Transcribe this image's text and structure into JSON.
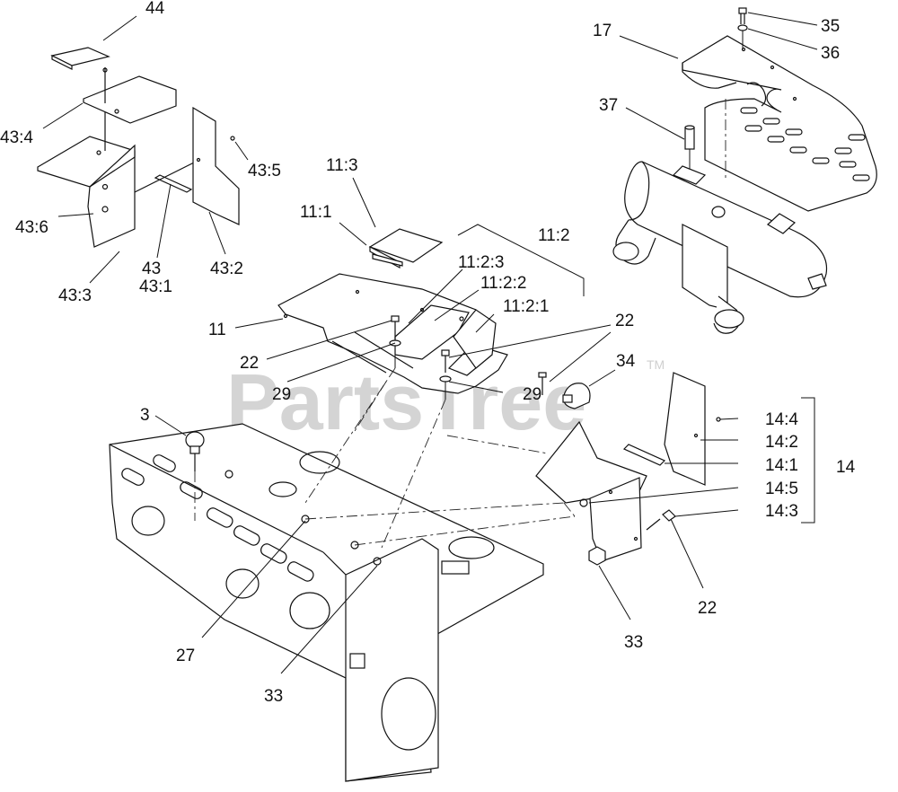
{
  "diagram": {
    "watermark": "PartsTree",
    "trademark": "TM",
    "callouts": [
      {
        "id": "c44",
        "text": "44"
      },
      {
        "id": "c43_4",
        "text": "43:4"
      },
      {
        "id": "c43_5",
        "text": "43:5"
      },
      {
        "id": "c43_6",
        "text": "43:6"
      },
      {
        "id": "c43",
        "text": "43"
      },
      {
        "id": "c43_1",
        "text": "43:1"
      },
      {
        "id": "c43_2",
        "text": "43:2"
      },
      {
        "id": "c43_3",
        "text": "43:3"
      },
      {
        "id": "c11_3",
        "text": "11:3"
      },
      {
        "id": "c11_1",
        "text": "11:1"
      },
      {
        "id": "c11_2",
        "text": "11:2"
      },
      {
        "id": "c11_2_3",
        "text": "11:2:3"
      },
      {
        "id": "c11_2_2",
        "text": "11:2:2"
      },
      {
        "id": "c11_2_1",
        "text": "11:2:1"
      },
      {
        "id": "c11",
        "text": "11"
      },
      {
        "id": "c22a",
        "text": "22"
      },
      {
        "id": "c22b",
        "text": "22"
      },
      {
        "id": "c22c",
        "text": "22"
      },
      {
        "id": "c29a",
        "text": "29"
      },
      {
        "id": "c29b",
        "text": "29"
      },
      {
        "id": "c34",
        "text": "34"
      },
      {
        "id": "c3",
        "text": "3"
      },
      {
        "id": "c27",
        "text": "27"
      },
      {
        "id": "c33a",
        "text": "33"
      },
      {
        "id": "c33b",
        "text": "33"
      },
      {
        "id": "c14_4",
        "text": "14:4"
      },
      {
        "id": "c14_2",
        "text": "14:2"
      },
      {
        "id": "c14_1",
        "text": "14:1"
      },
      {
        "id": "c14",
        "text": "14"
      },
      {
        "id": "c14_5",
        "text": "14:5"
      },
      {
        "id": "c14_3",
        "text": "14:3"
      },
      {
        "id": "c17",
        "text": "17"
      },
      {
        "id": "c35",
        "text": "35"
      },
      {
        "id": "c36",
        "text": "36"
      },
      {
        "id": "c37",
        "text": "37"
      }
    ]
  }
}
